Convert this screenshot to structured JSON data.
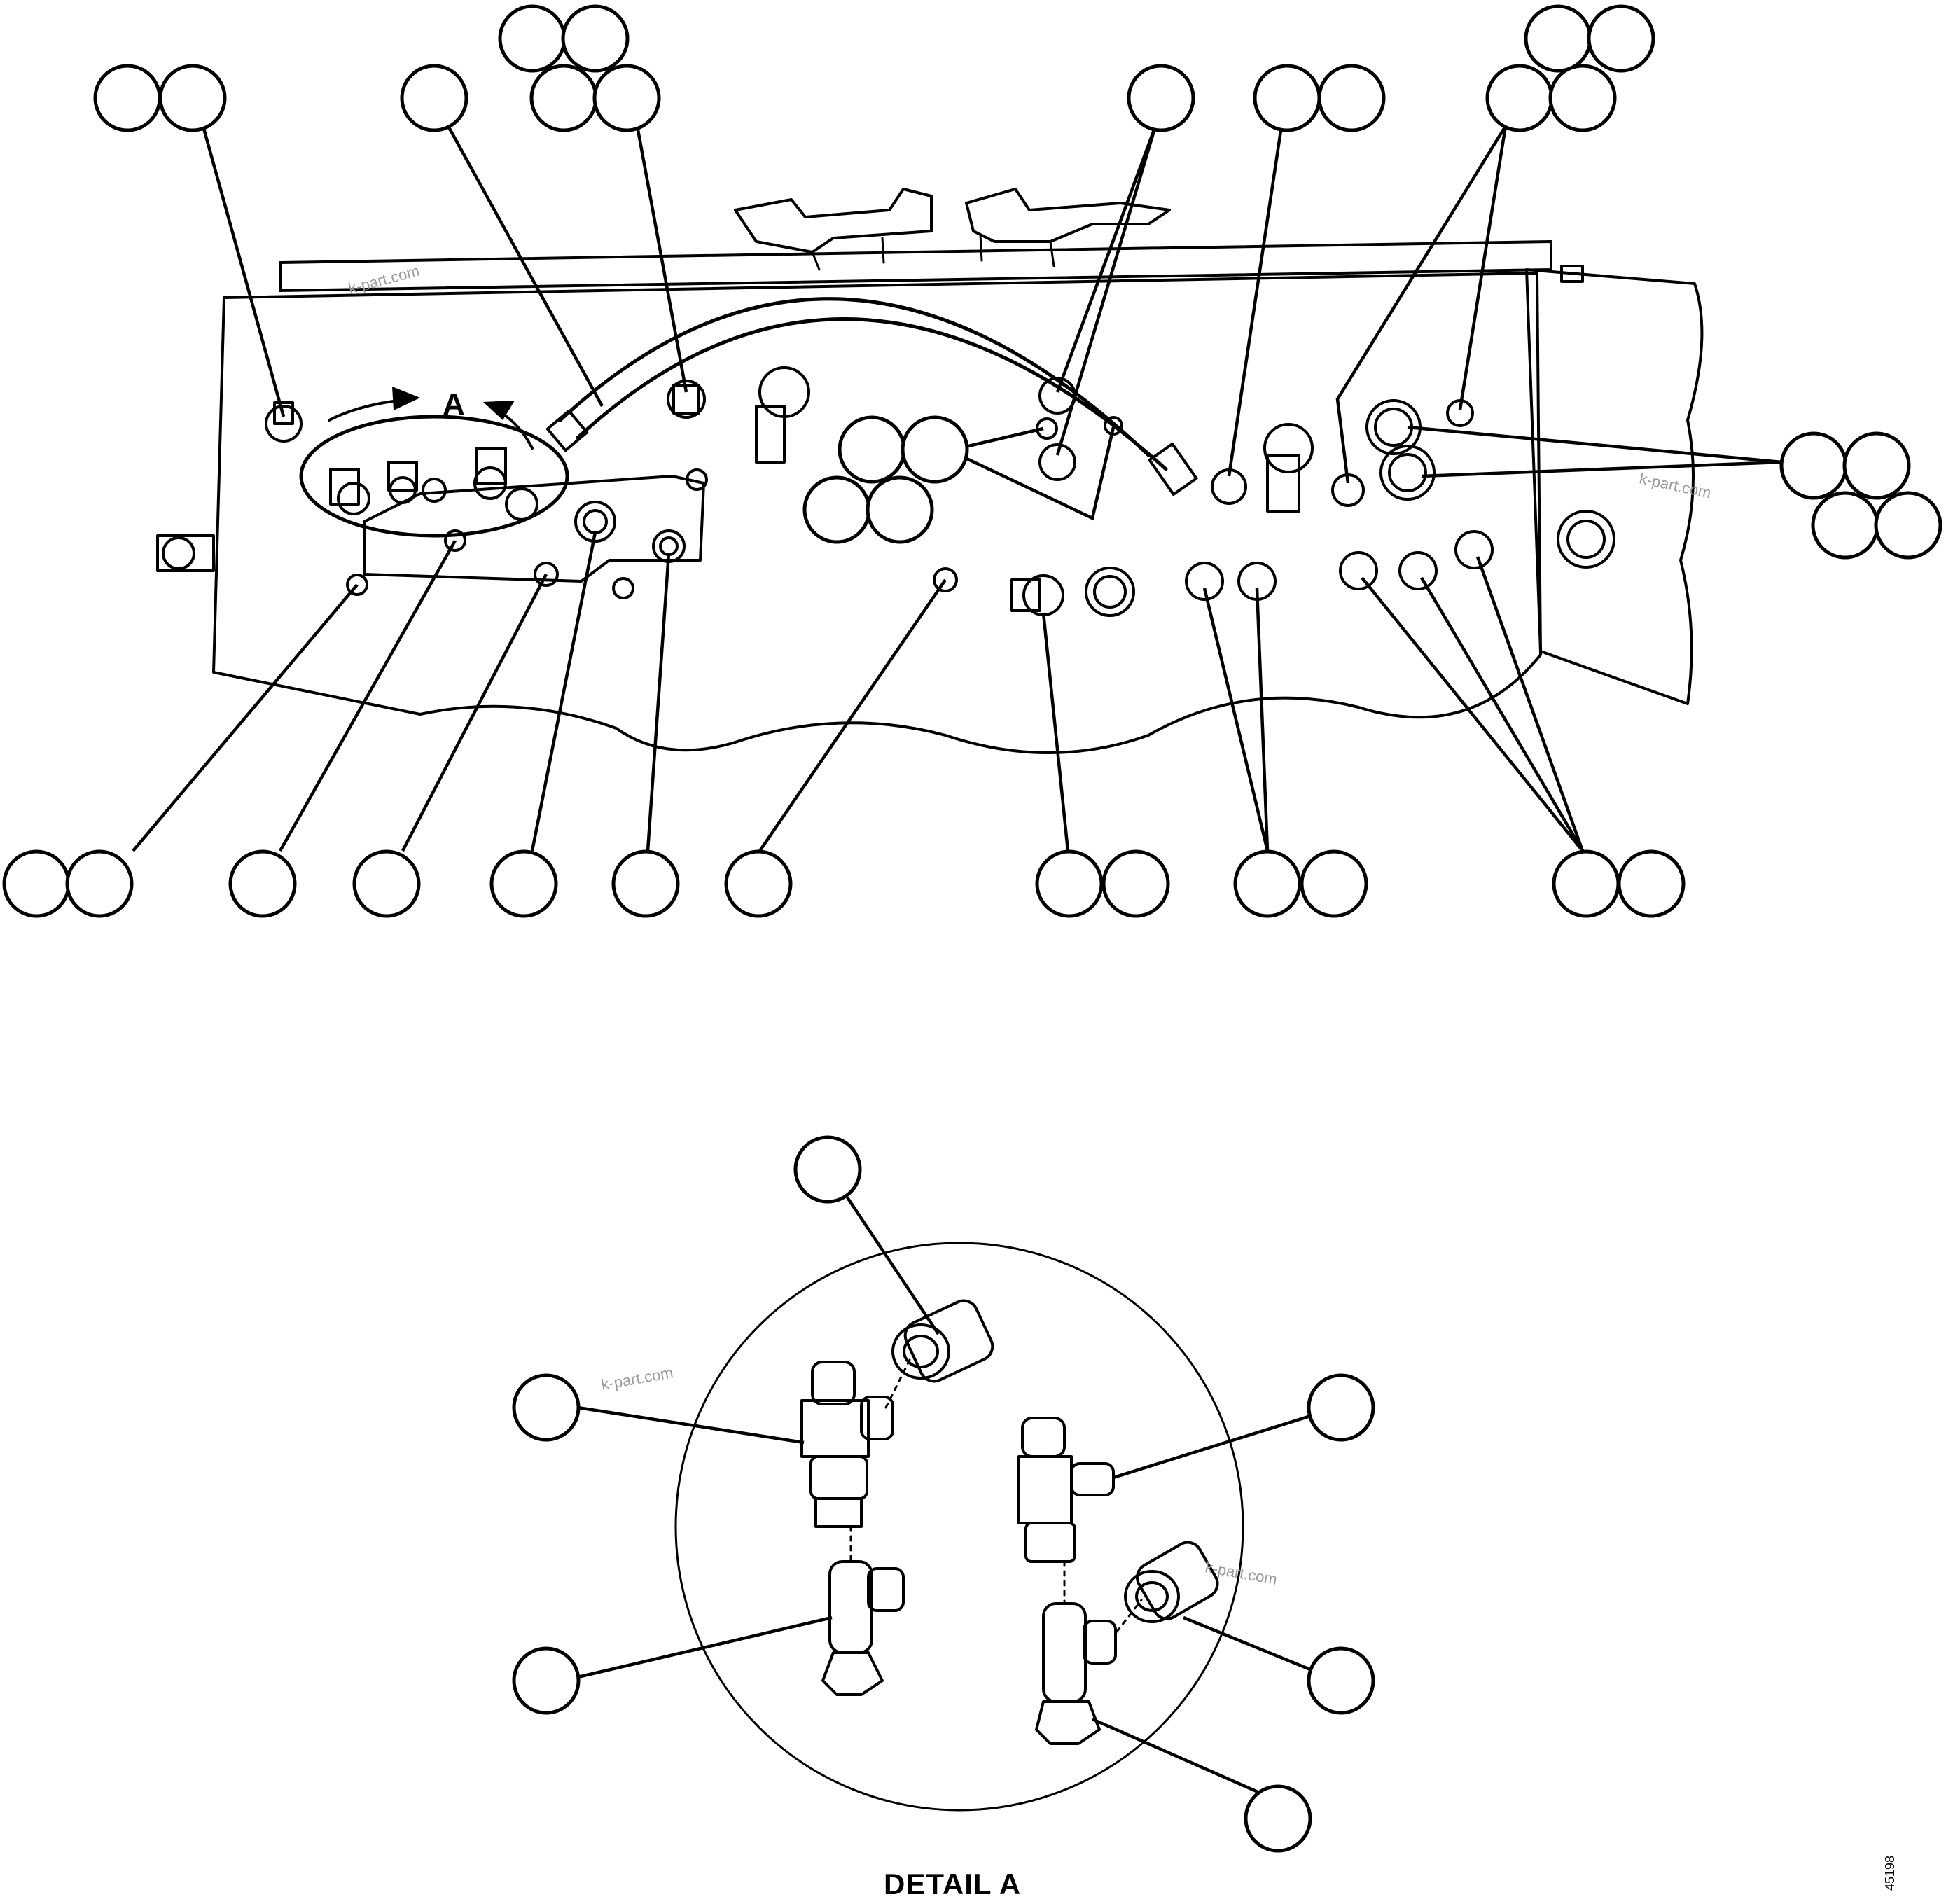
{
  "labels": {
    "view_arrow": "A",
    "detail_title": "DETAIL A",
    "document_number": "45198",
    "watermark": "k-part.com"
  },
  "colors": {
    "ink": "#000000",
    "paper": "#ffffff",
    "watermark": "#9a9a9a"
  }
}
